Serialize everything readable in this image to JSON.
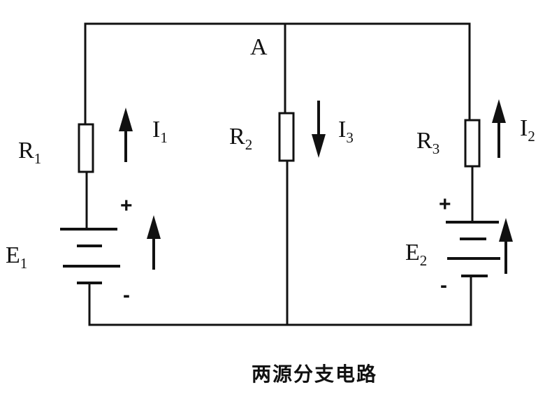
{
  "circuit": {
    "node_a": "A",
    "r1": {
      "main": "R",
      "sub": "1"
    },
    "r2": {
      "main": "R",
      "sub": "2"
    },
    "r3": {
      "main": "R",
      "sub": "3"
    },
    "i1": {
      "main": "I",
      "sub": "1"
    },
    "i2": {
      "main": "I",
      "sub": "2"
    },
    "i3": {
      "main": "I",
      "sub": "3"
    },
    "e1": {
      "main": "E",
      "sub": "1",
      "plus": "+",
      "minus": "-"
    },
    "e2": {
      "main": "E",
      "sub": "2",
      "plus": "+",
      "minus": "-"
    }
  },
  "caption": "两源分支电路"
}
